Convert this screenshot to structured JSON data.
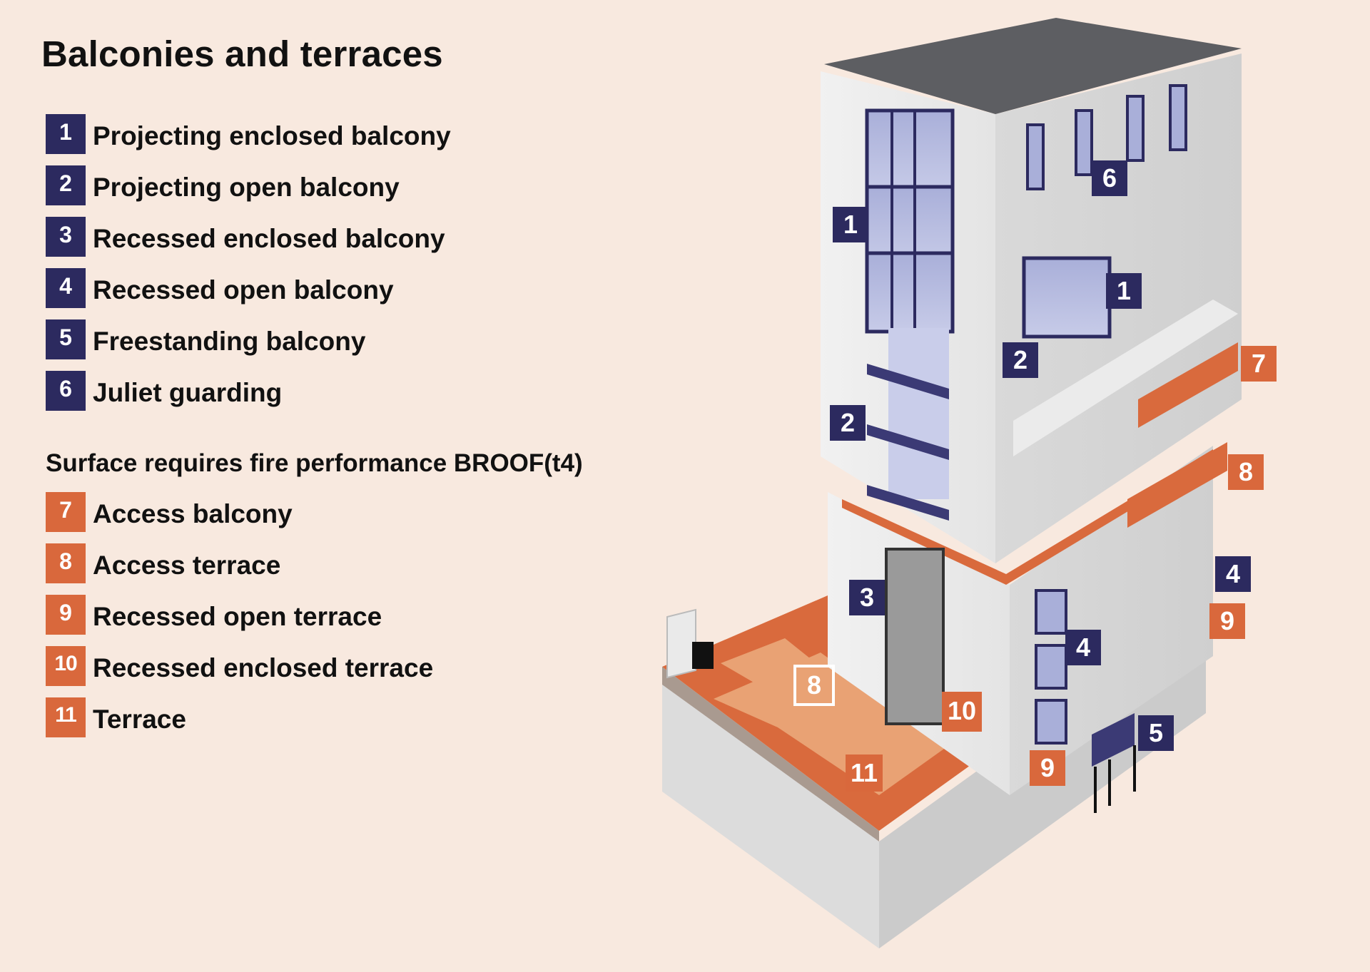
{
  "title": "Balconies and terraces",
  "colors": {
    "background": "#f8e9df",
    "blue_badge": "#2c2a5f",
    "orange_badge": "#d9683c",
    "roof": "#5d5e62",
    "wall_light": "#ebebeb",
    "wall_shade": "#d3d3d3",
    "terrace_orange": "#d96a3d",
    "terrace_light": "#e9a274"
  },
  "legend_blue": [
    {
      "number": "1",
      "label": "Projecting enclosed balcony"
    },
    {
      "number": "2",
      "label": "Projecting open balcony"
    },
    {
      "number": "3",
      "label": "Recessed enclosed balcony"
    },
    {
      "number": "4",
      "label": "Recessed open balcony"
    },
    {
      "number": "5",
      "label": "Freestanding balcony"
    },
    {
      "number": "6",
      "label": "Juliet guarding"
    }
  ],
  "fire_heading": "Surface requires fire performance BROOF(t4)",
  "legend_orange": [
    {
      "number": "7",
      "label": "Access balcony"
    },
    {
      "number": "8",
      "label": "Access terrace"
    },
    {
      "number": "9",
      "label": "Recessed open terrace"
    },
    {
      "number": "10",
      "label": "Recessed enclosed terrace"
    },
    {
      "number": "11",
      "label": "Terrace"
    }
  ],
  "markers": [
    {
      "number": "1",
      "color": "blue"
    },
    {
      "number": "1",
      "color": "blue"
    },
    {
      "number": "2",
      "color": "blue"
    },
    {
      "number": "2",
      "color": "blue"
    },
    {
      "number": "3",
      "color": "blue"
    },
    {
      "number": "4",
      "color": "blue"
    },
    {
      "number": "4",
      "color": "blue"
    },
    {
      "number": "5",
      "color": "blue"
    },
    {
      "number": "6",
      "color": "blue"
    },
    {
      "number": "7",
      "color": "orange"
    },
    {
      "number": "8",
      "color": "orange"
    },
    {
      "number": "8",
      "color": "outline"
    },
    {
      "number": "9",
      "color": "orange"
    },
    {
      "number": "9",
      "color": "orange"
    },
    {
      "number": "10",
      "color": "orange"
    },
    {
      "number": "11",
      "color": "orange"
    }
  ]
}
